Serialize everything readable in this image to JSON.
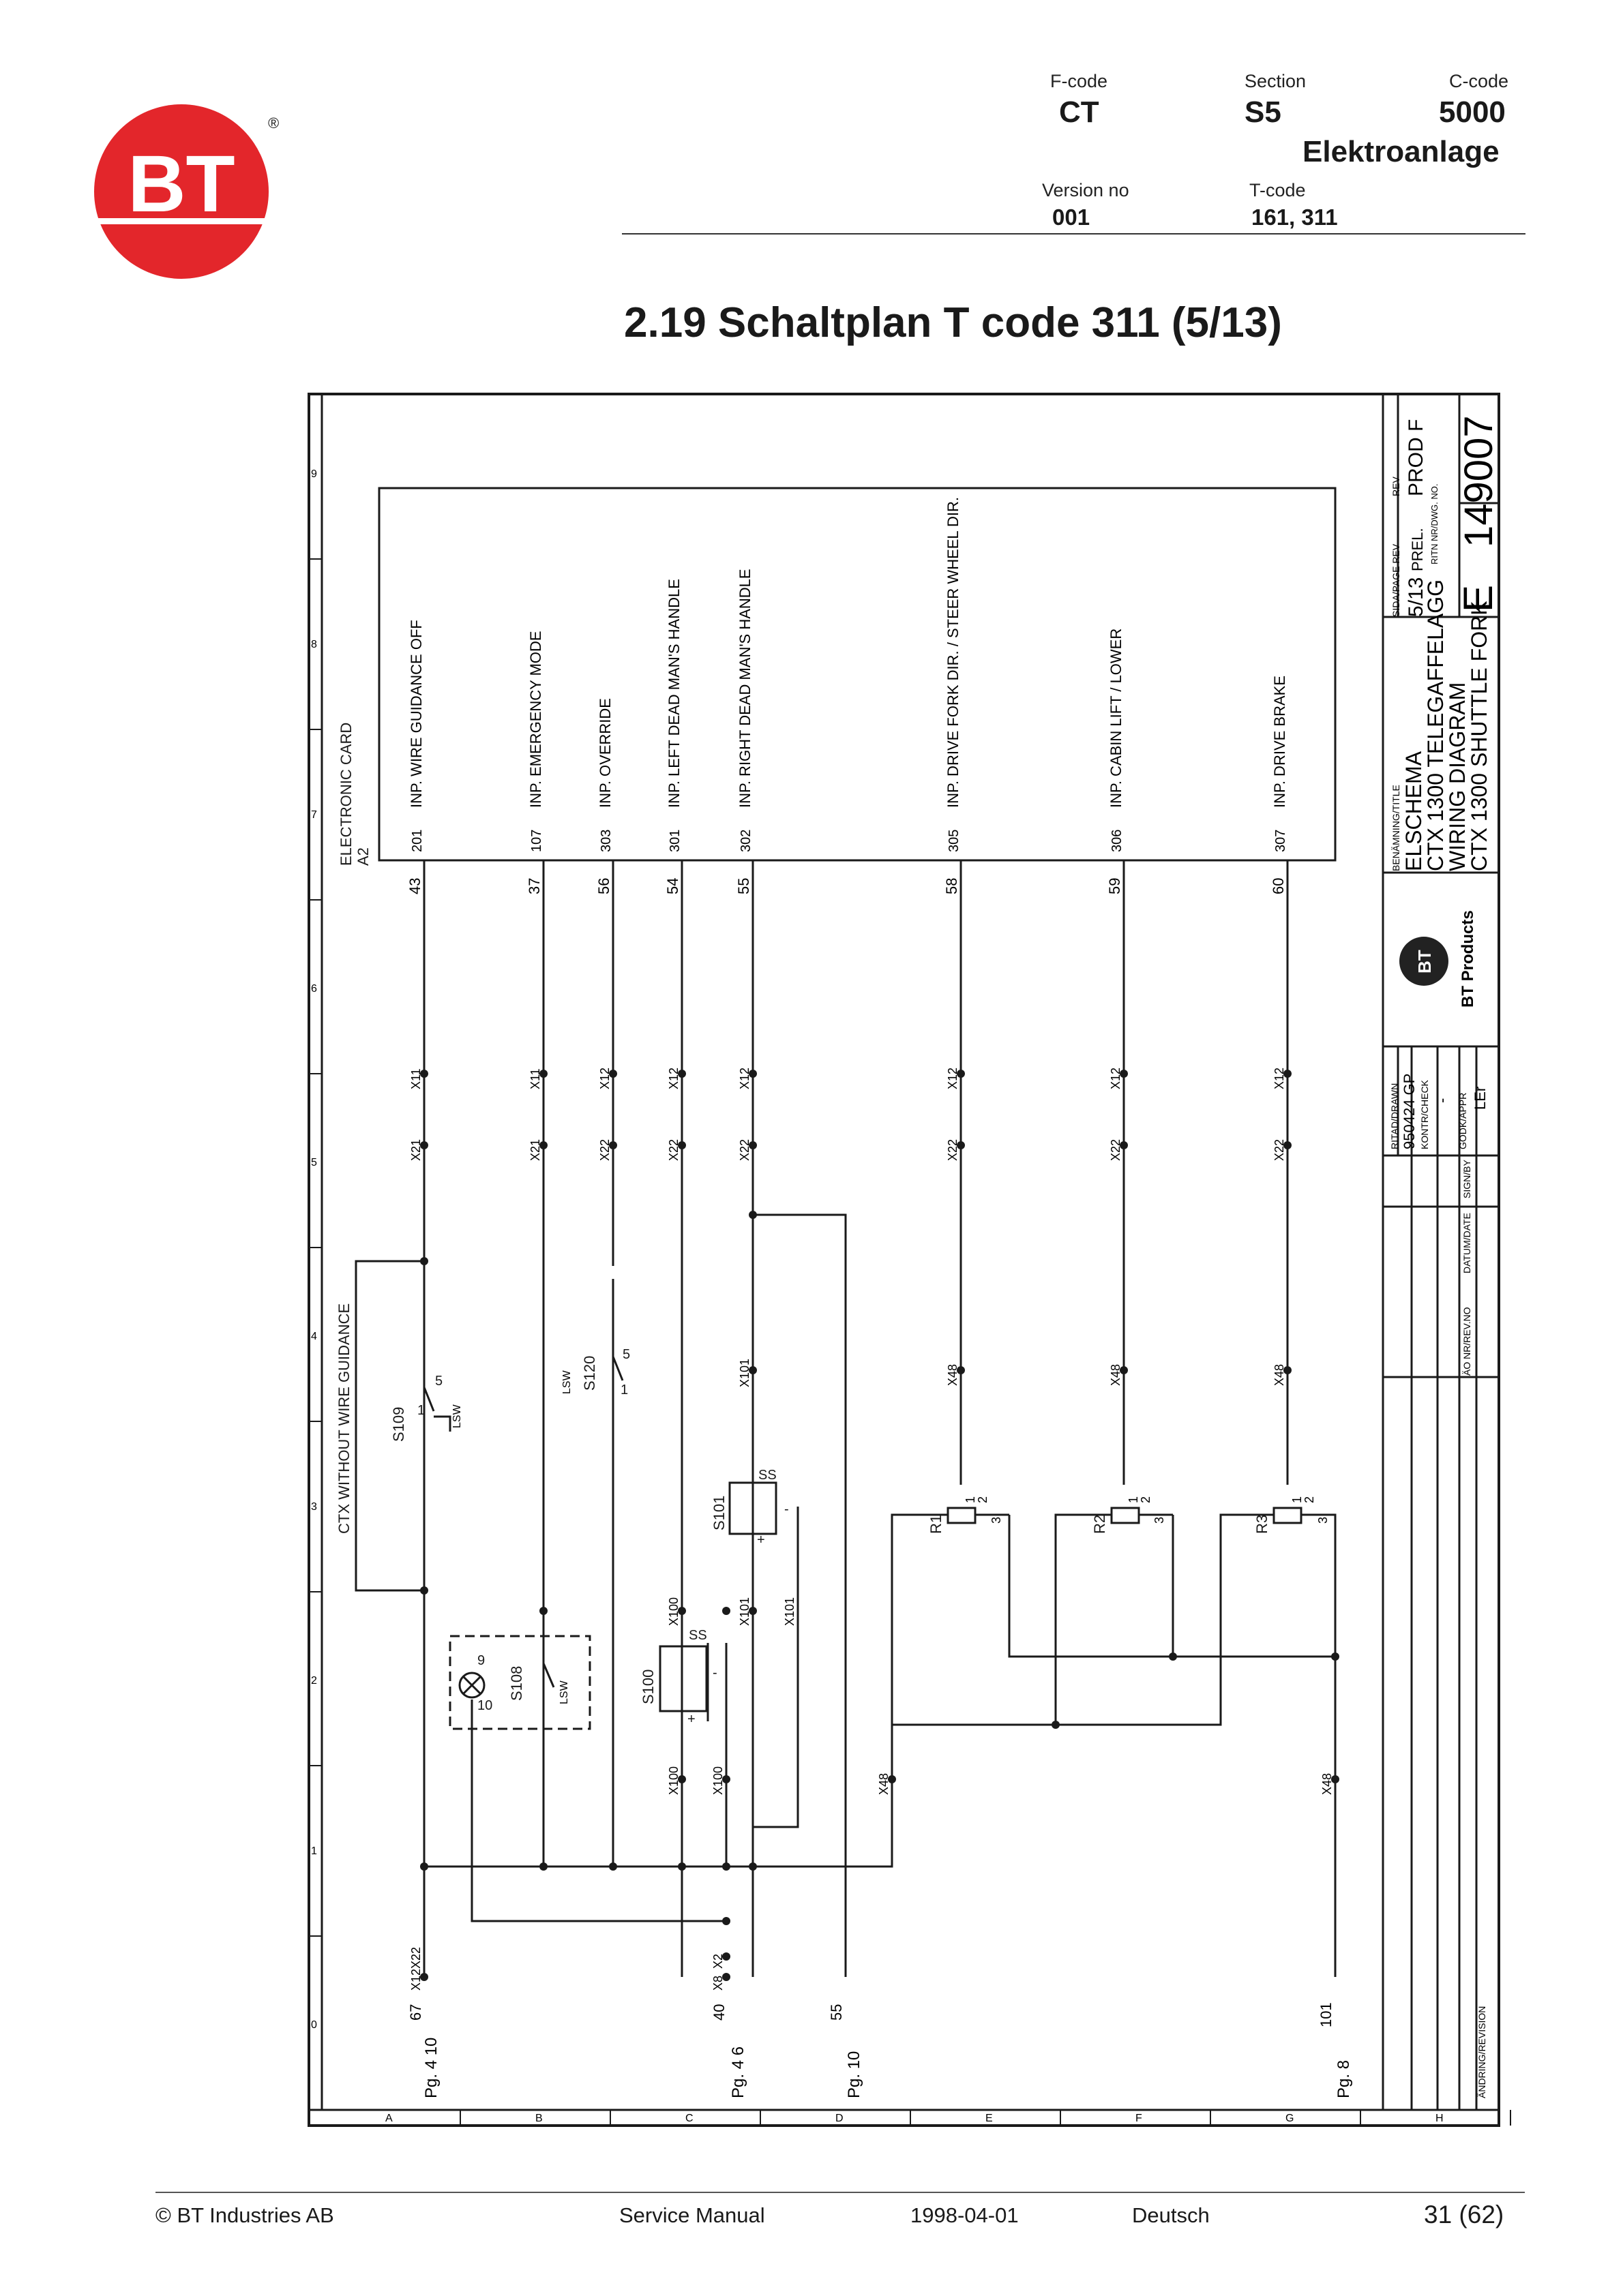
{
  "header": {
    "fcode_label": "F-code",
    "fcode": "CT",
    "section_label": "Section",
    "section": "S5",
    "ccode_label": "C-code",
    "ccode": "5000",
    "category": "Elektroanlage",
    "version_label": "Version no",
    "version": "001",
    "tcode_label": "T-code",
    "tcode": "161, 311",
    "logo_text": "BT",
    "registered": "®"
  },
  "page_title": "2.19  Schaltplan T code 311 (5/13)",
  "diagram": {
    "card_label": "ELECTRONIC CARD",
    "card_ref": "A2",
    "inputs": [
      {
        "pin": "201",
        "label": "INP. WIRE GUIDANCE OFF",
        "wire": "43"
      },
      {
        "pin": "107",
        "label": "INP. EMERGENCY MODE",
        "wire": "37"
      },
      {
        "pin": "303",
        "label": "INP. OVERRIDE",
        "wire": "56"
      },
      {
        "pin": "301",
        "label": "INP. LEFT DEAD MAN'S HANDLE",
        "wire": "54"
      },
      {
        "pin": "302",
        "label": "INP. RIGHT DEAD MAN'S HANDLE",
        "wire": "55"
      },
      {
        "pin": "305",
        "label": "INP. DRIVE FORK DIR. / STEER WHEEL DIR.",
        "wire": "58"
      },
      {
        "pin": "306",
        "label": "INP. CABIN LIFT / LOWER",
        "wire": "59"
      },
      {
        "pin": "307",
        "label": "INP. DRIVE BRAKE",
        "wire": "60"
      }
    ],
    "connectors": {
      "x11": "X11",
      "x12": "X12",
      "x21": "X21",
      "x22": "X22",
      "x48": "X48",
      "x101": "X101",
      "x100": "X100",
      "x2": "X2",
      "x8": "X8"
    },
    "components": {
      "s109": "S109",
      "s120": "S120",
      "s108": "S108",
      "s101": "S101",
      "s100": "S100",
      "r1": "R1",
      "r2": "R2",
      "r3": "R3",
      "ctx_note": "CTX WITHOUT WIRE GUIDANCE"
    },
    "pin_numbers": {
      "one": "1",
      "two": "2",
      "three": "3",
      "five": "5",
      "nine": "9",
      "ten": "10",
      "ss": "SS",
      "plus": "+",
      "minus": "-",
      "lsw": "LSW"
    },
    "page_refs": [
      {
        "wire": "67",
        "conn1": "X12",
        "conn2": "X22",
        "ref": "Pg. 4 10"
      },
      {
        "wire": "40",
        "conn1": "X8",
        "conn2": "X2",
        "ref": "Pg. 4 6"
      },
      {
        "wire": "55",
        "ref": "Pg. 10"
      },
      {
        "wire": "101",
        "ref": "Pg. 8"
      }
    ],
    "row_numbers": [
      "0",
      "1",
      "2",
      "3",
      "4",
      "5",
      "6",
      "7",
      "8",
      "9"
    ],
    "col_letters": [
      "A",
      "B",
      "C",
      "D",
      "E",
      "F",
      "G",
      "H"
    ]
  },
  "title_block": {
    "rev_label": "REV",
    "rev": "PROD F",
    "sheet_label": "SIDA/PAGE REV",
    "sheet": "5/13",
    "prel": "PREL.",
    "drawing_no_label": "RITN NR/DWG. NO.",
    "drawing_prefix": "E",
    "drawing_no": "149007",
    "title_label": "BENÄMNING/TITLE",
    "title_lines": [
      "ELSCHEMA",
      "CTX 1300 TELEGAFFELAGG",
      "WIRING DIAGRAM",
      "CTX 1300 SHUTTLE FORK"
    ],
    "company": "BT Products",
    "drawn_label": "RITAD/DRAWN",
    "drawn": "950424  GP",
    "check_label": "KONTR/CHECK",
    "check": "-",
    "appr_label": "GODK/APPR",
    "appr": "LEr",
    "col_labels": [
      "ÄO NR/REV.NO",
      "DATUM/DATE",
      "SIGN/BY"
    ],
    "revision_label": "ÄNDRING/REVISION"
  },
  "footer": {
    "copyright": "© BT Industries AB",
    "doc": "Service Manual",
    "date": "1998-04-01",
    "language": "Deutsch",
    "page": "31 (62)"
  }
}
